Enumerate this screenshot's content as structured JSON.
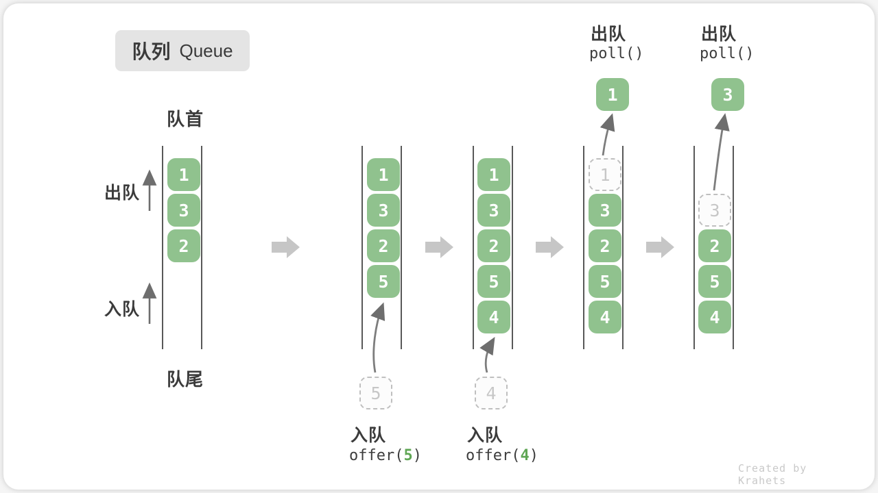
{
  "title": {
    "zh": "队列",
    "en": "Queue"
  },
  "side_labels": {
    "front": "队首",
    "rear": "队尾",
    "dequeue": "出队",
    "enqueue": "入队"
  },
  "queues": [
    {
      "name": "initial state",
      "cells": [
        {
          "value": "1"
        },
        {
          "value": "3"
        },
        {
          "value": "2"
        }
      ]
    },
    {
      "name": "after offer(5)",
      "cells": [
        {
          "value": "1"
        },
        {
          "value": "3"
        },
        {
          "value": "2"
        },
        {
          "value": "5"
        }
      ],
      "pending": {
        "value": "5"
      }
    },
    {
      "name": "after offer(4)",
      "cells": [
        {
          "value": "1"
        },
        {
          "value": "3"
        },
        {
          "value": "2"
        },
        {
          "value": "5"
        },
        {
          "value": "4"
        }
      ],
      "pending": {
        "value": "4"
      }
    },
    {
      "name": "after poll() 1",
      "dashed": {
        "value": "1"
      },
      "cells": [
        {
          "value": "3"
        },
        {
          "value": "2"
        },
        {
          "value": "5"
        },
        {
          "value": "4"
        }
      ],
      "popped": {
        "value": "1"
      },
      "op": {
        "zh": "出队",
        "code": "poll()"
      }
    },
    {
      "name": "after poll() 3",
      "dashed": {
        "value": "3"
      },
      "cells": [
        {
          "value": "2"
        },
        {
          "value": "5"
        },
        {
          "value": "4"
        }
      ],
      "popped": {
        "value": "3"
      },
      "op": {
        "zh": "出队",
        "code": "poll()"
      }
    }
  ],
  "ops": [
    {
      "zh": "入队",
      "code_open": "offer(",
      "arg": "5",
      "code_close": ")"
    },
    {
      "zh": "入队",
      "code_open": "offer(",
      "arg": "4",
      "code_close": ")"
    }
  ],
  "colors": {
    "cell_green": "#90c28e",
    "arg_green": "#5fa654",
    "wall_gray": "#585858",
    "arrow_gray": "#7d7d7d",
    "block_arrow_gray": "#c6c6c6",
    "dashed_border": "#bfbfbf",
    "badge_bg": "#e4e4e4"
  },
  "watermark": "Created by Krahets"
}
